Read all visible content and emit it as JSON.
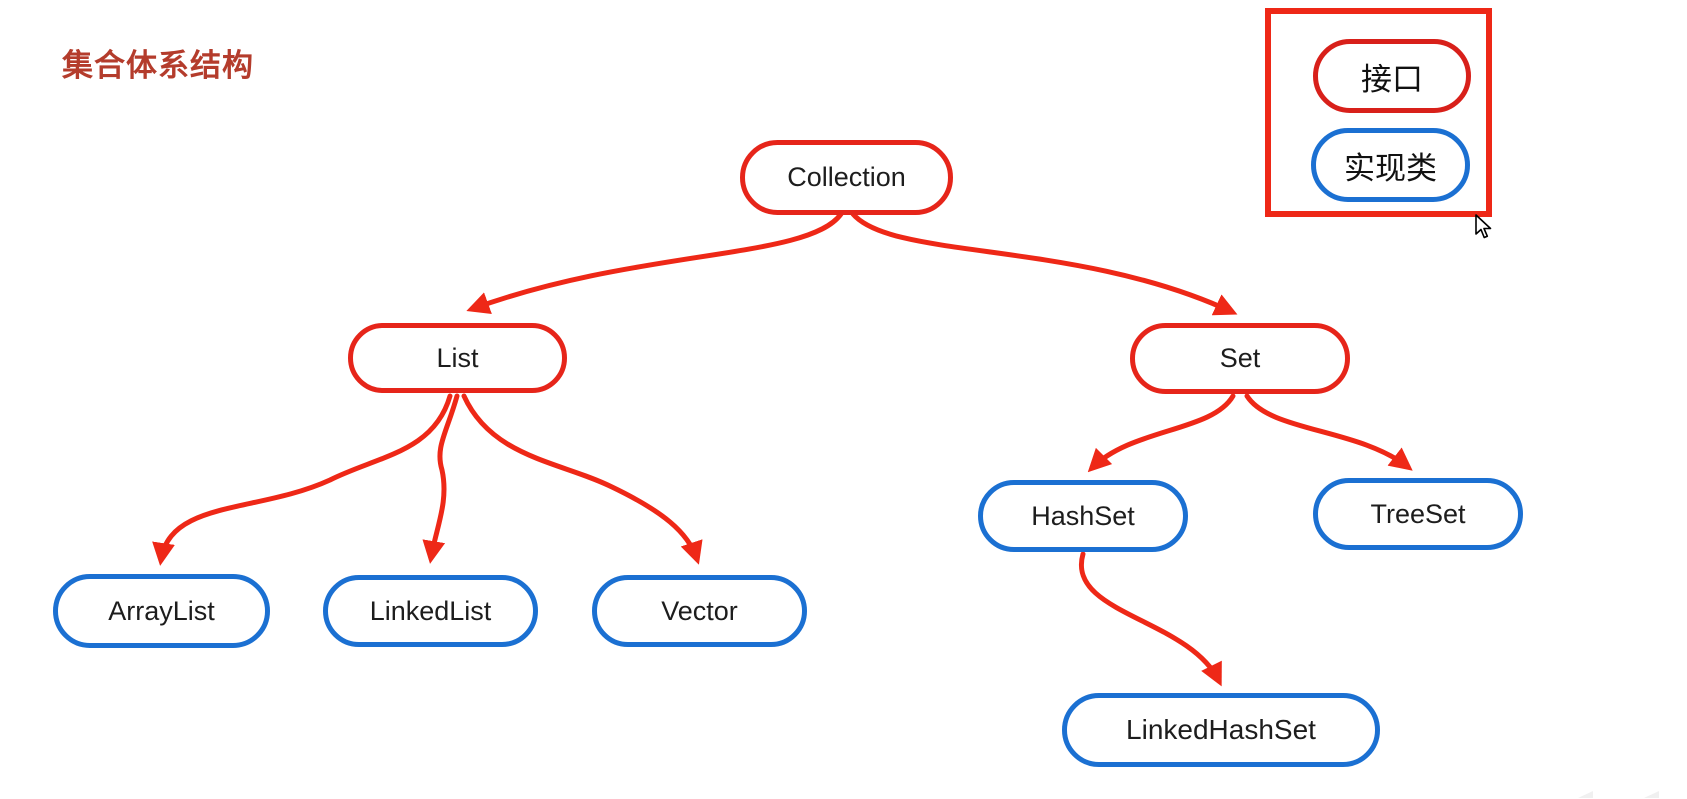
{
  "title": "集合体系结构",
  "legend": {
    "interface_label": "接口",
    "class_label": "实现类"
  },
  "diagram": {
    "nodes": [
      {
        "id": "collection",
        "label": "Collection",
        "type": "interface"
      },
      {
        "id": "list",
        "label": "List",
        "type": "interface"
      },
      {
        "id": "set",
        "label": "Set",
        "type": "interface"
      },
      {
        "id": "arraylist",
        "label": "ArrayList",
        "type": "implementation"
      },
      {
        "id": "linkedlist",
        "label": "LinkedList",
        "type": "implementation"
      },
      {
        "id": "vector",
        "label": "Vector",
        "type": "implementation"
      },
      {
        "id": "hashset",
        "label": "HashSet",
        "type": "implementation"
      },
      {
        "id": "treeset",
        "label": "TreeSet",
        "type": "implementation"
      },
      {
        "id": "linkedhashset",
        "label": "LinkedHashSet",
        "type": "implementation"
      }
    ],
    "edges": [
      {
        "from": "collection",
        "to": "list"
      },
      {
        "from": "collection",
        "to": "set"
      },
      {
        "from": "list",
        "to": "arraylist"
      },
      {
        "from": "list",
        "to": "linkedlist"
      },
      {
        "from": "list",
        "to": "vector"
      },
      {
        "from": "set",
        "to": "hashset"
      },
      {
        "from": "set",
        "to": "treeset"
      },
      {
        "from": "hashset",
        "to": "linkedhashset"
      }
    ]
  },
  "colors": {
    "interface_border": "#e6251a",
    "implementation_border": "#1b70d2",
    "arrow": "#ee2817",
    "title_text": "#b43c2c",
    "node_text": "#1d1d1d"
  }
}
